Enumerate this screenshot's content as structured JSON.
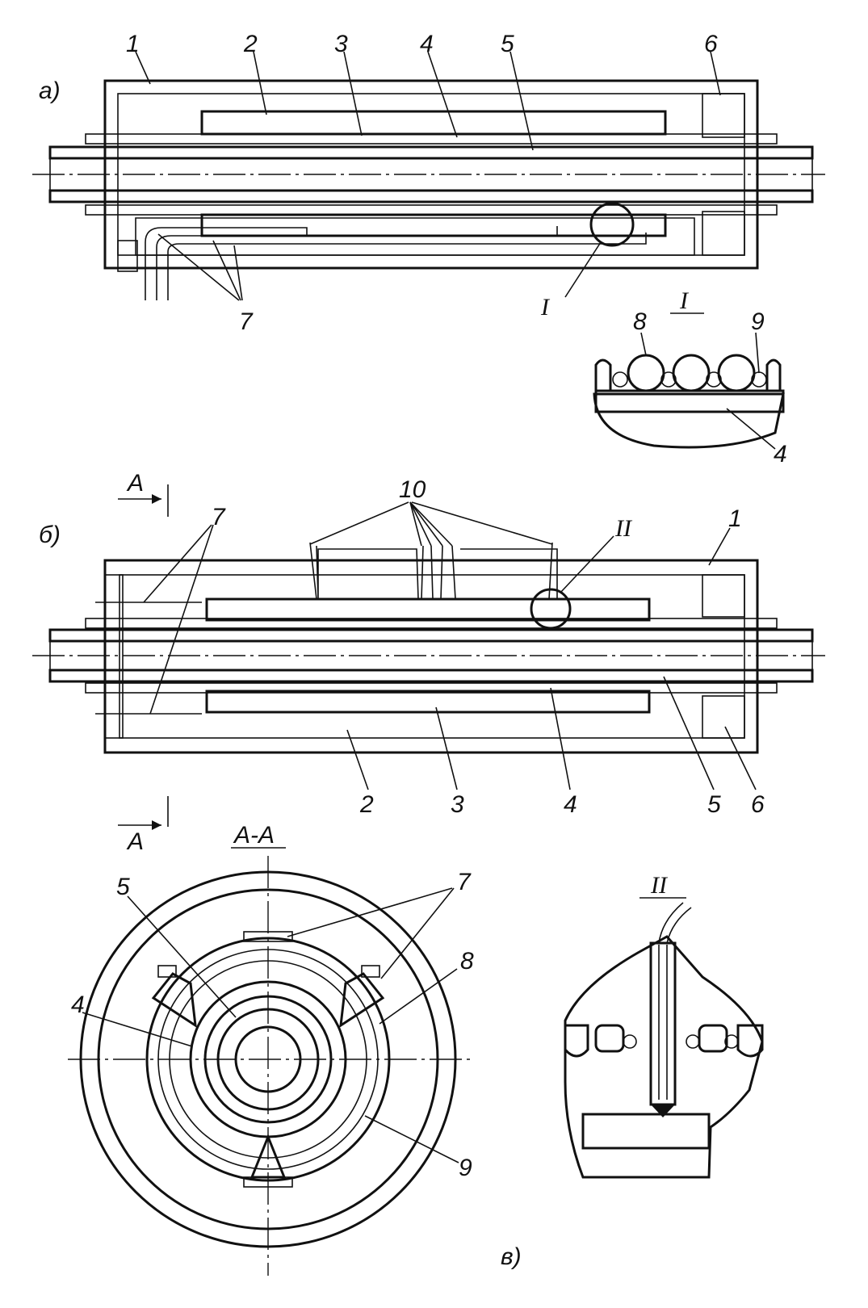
{
  "views": {
    "a": "а)",
    "b": "б)",
    "v": "в)"
  },
  "section": {
    "arrow_top": "А",
    "arrow_bottom": "А",
    "title": "А-А"
  },
  "details": {
    "I": "I",
    "I_callout": "I",
    "II": "II",
    "II_callout": "II"
  },
  "labels_a": [
    "1",
    "2",
    "3",
    "4",
    "5",
    "6",
    "7"
  ],
  "labels_detail_I": [
    "8",
    "9",
    "4"
  ],
  "labels_b": [
    "7",
    "10",
    "1",
    "2",
    "3",
    "4",
    "5",
    "6"
  ],
  "labels_section": [
    "5",
    "7",
    "8",
    "4",
    "9"
  ],
  "colors": {
    "ink": "#111111",
    "paper": "#ffffff"
  }
}
